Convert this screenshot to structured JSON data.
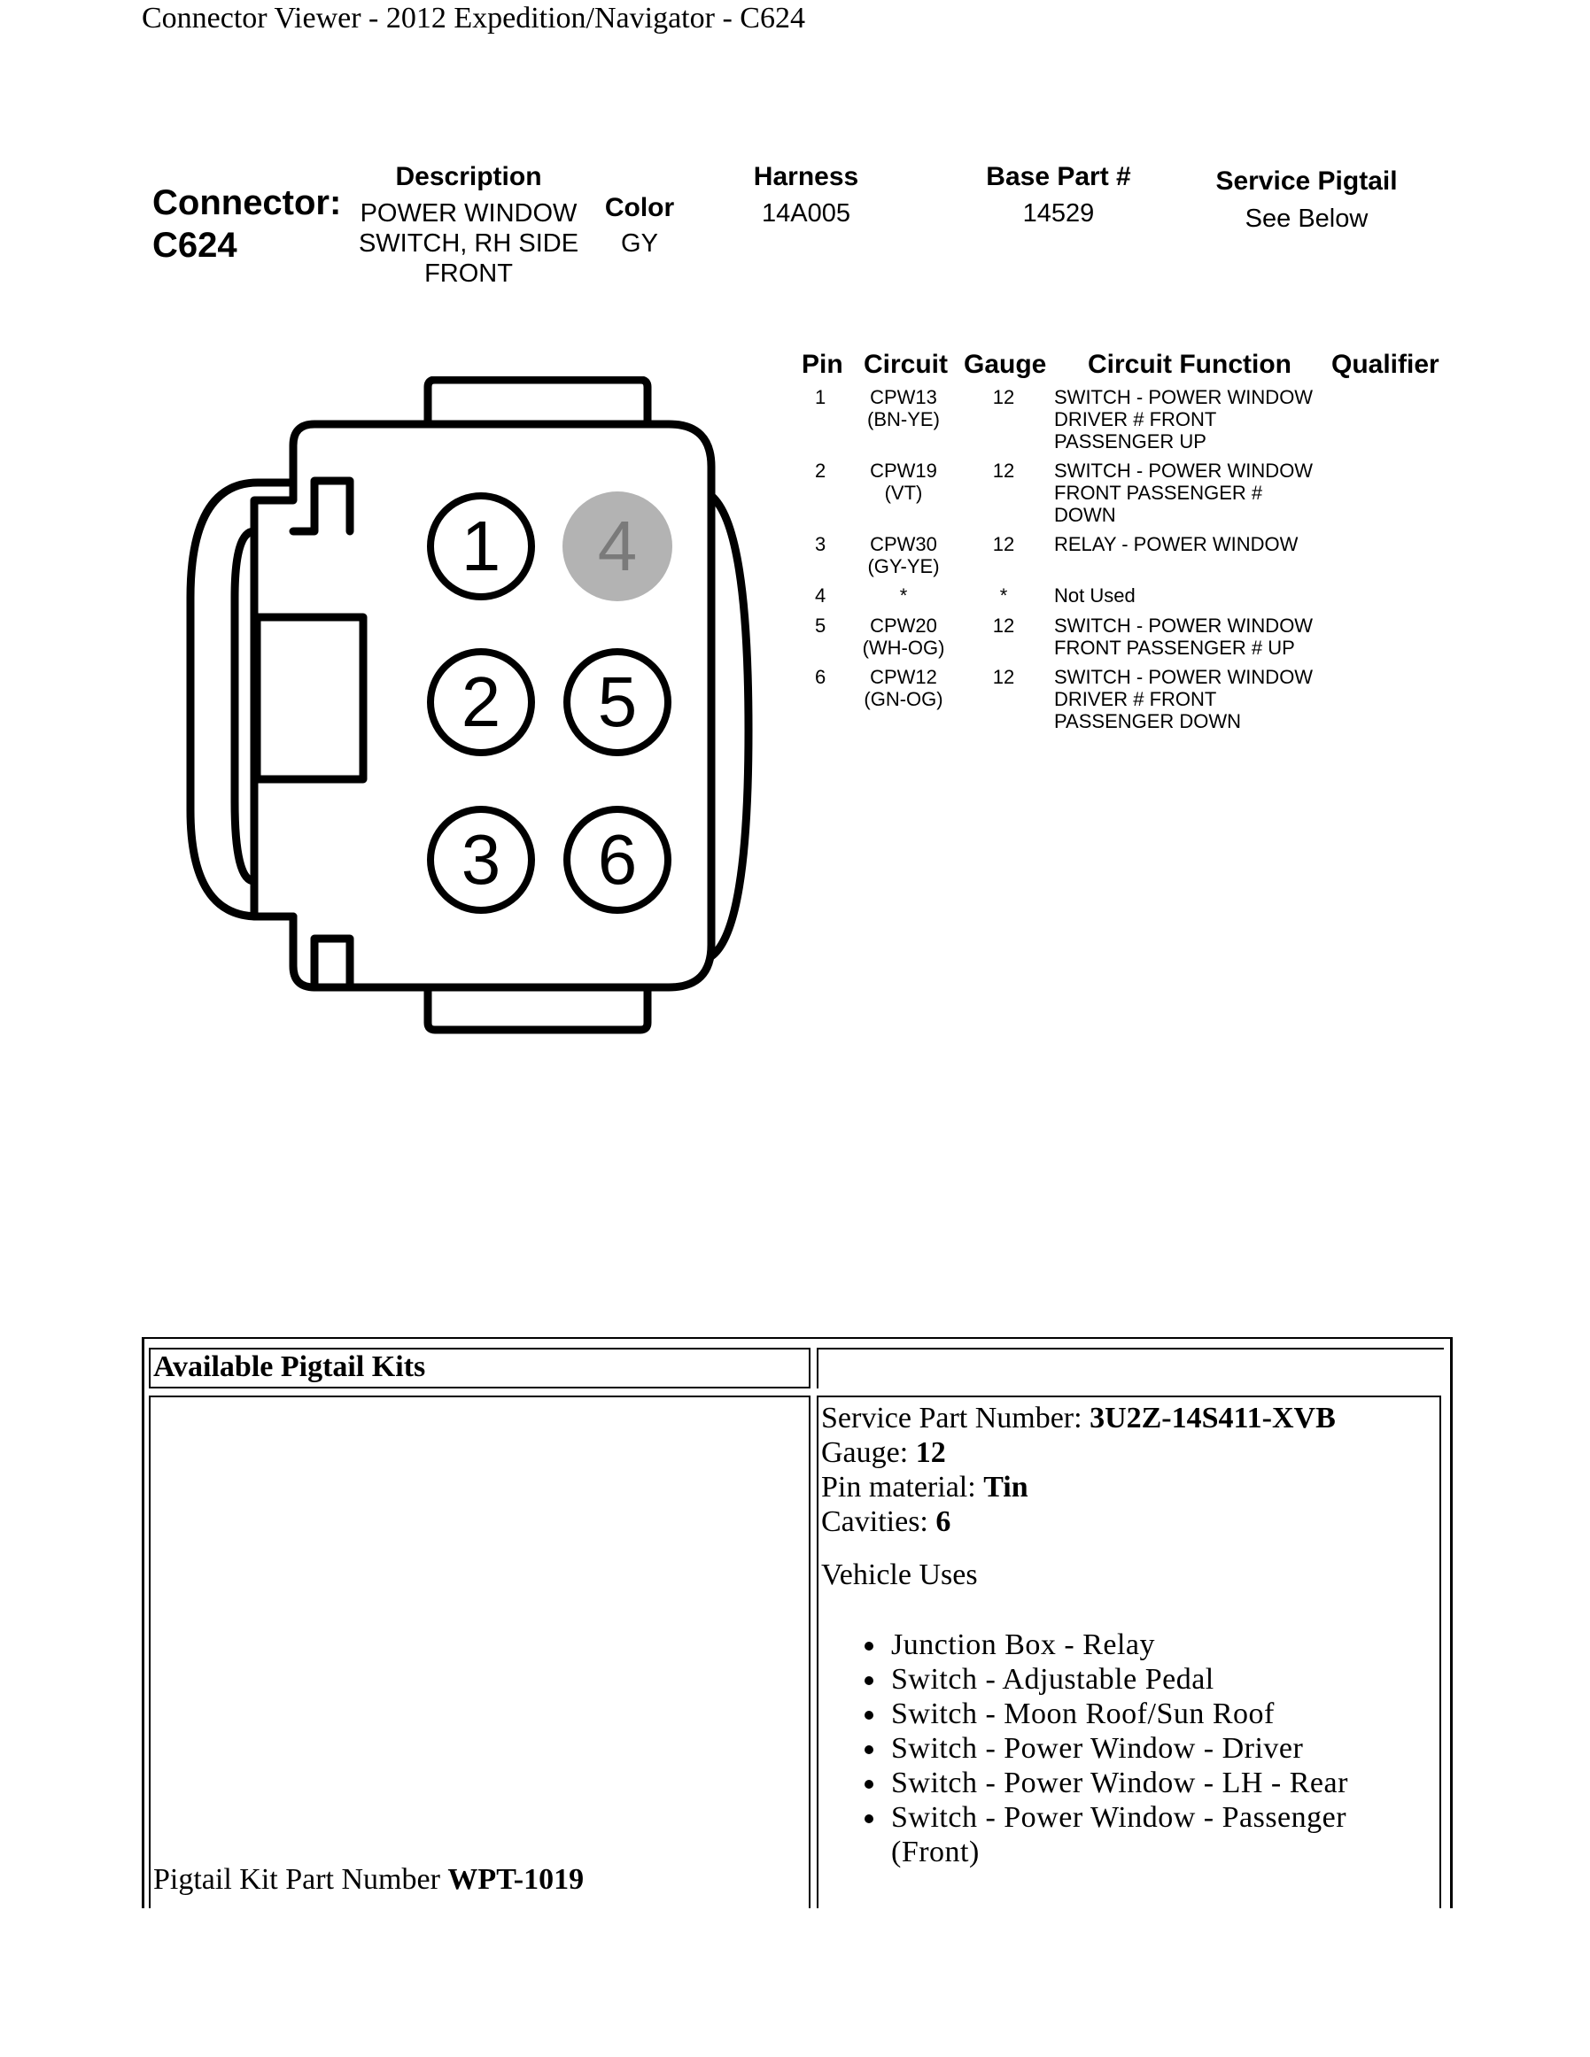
{
  "page_title": "Connector Viewer - 2012 Expedition/Navigator - C624",
  "connector": {
    "label": "Connector:",
    "id": "C624",
    "description_header": "Description",
    "description_lines": [
      "POWER WINDOW",
      "SWITCH, RH SIDE",
      "FRONT"
    ],
    "color_header": "Color",
    "color": "GY",
    "harness_header": "Harness",
    "harness": "14A005",
    "base_part_header": "Base Part #",
    "base_part": "14529",
    "service_pigtail_header": "Service Pigtail",
    "service_pigtail": "See Below"
  },
  "diagram": {
    "pins": [
      "1",
      "2",
      "3",
      "4",
      "5",
      "6"
    ],
    "unused_pin": "4"
  },
  "pin_table": {
    "headers": [
      "Pin",
      "Circuit",
      "Gauge",
      "Circuit Function",
      "Qualifier"
    ],
    "rows": [
      {
        "pin": "1",
        "circuit": [
          "CPW13",
          "(BN-YE)"
        ],
        "gauge": "12",
        "function": [
          "SWITCH - POWER WINDOW",
          "DRIVER # FRONT",
          "PASSENGER UP"
        ],
        "qualifier": ""
      },
      {
        "pin": "2",
        "circuit": [
          "CPW19",
          "(VT)"
        ],
        "gauge": "12",
        "function": [
          "SWITCH - POWER WINDOW",
          "FRONT PASSENGER #",
          "DOWN"
        ],
        "qualifier": ""
      },
      {
        "pin": "3",
        "circuit": [
          "CPW30",
          "(GY-YE)"
        ],
        "gauge": "12",
        "function": [
          "RELAY - POWER WINDOW"
        ],
        "qualifier": ""
      },
      {
        "pin": "4",
        "circuit": [
          "*"
        ],
        "gauge": "*",
        "function": [
          "Not Used"
        ],
        "qualifier": ""
      },
      {
        "pin": "5",
        "circuit": [
          "CPW20",
          "(WH-OG)"
        ],
        "gauge": "12",
        "function": [
          "SWITCH - POWER WINDOW",
          "FRONT PASSENGER # UP"
        ],
        "qualifier": ""
      },
      {
        "pin": "6",
        "circuit": [
          "CPW12",
          "(GN-OG)"
        ],
        "gauge": "12",
        "function": [
          "SWITCH - POWER WINDOW",
          "DRIVER # FRONT",
          "PASSENGER DOWN"
        ],
        "qualifier": ""
      }
    ]
  },
  "pigtail": {
    "section_title": "Available Pigtail Kits",
    "kit_label": "Pigtail Kit Part Number",
    "kit_number": "WPT-1019",
    "service_part_label": "Service Part Number:",
    "service_part_value": "3U2Z-14S411-XVB",
    "gauge_label": "Gauge:",
    "gauge_value": "12",
    "pin_material_label": "Pin material:",
    "pin_material_value": "Tin",
    "cavities_label": "Cavities:",
    "cavities_value": "6",
    "vehicle_uses_label": "Vehicle Uses",
    "vehicle_uses": [
      "Junction Box - Relay",
      "Switch - Adjustable Pedal",
      "Switch - Moon Roof/Sun Roof",
      "Switch - Power Window - Driver",
      "Switch - Power Window - LH - Rear",
      "Switch - Power Window - Passenger (Front)"
    ]
  }
}
